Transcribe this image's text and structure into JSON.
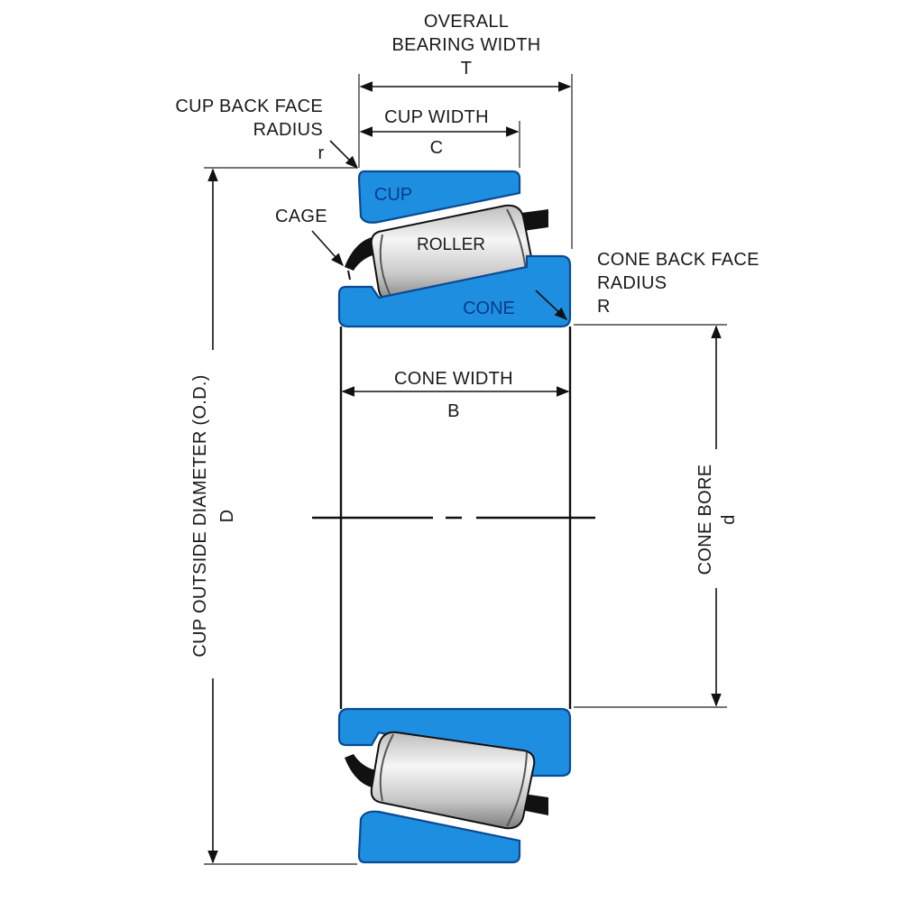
{
  "colors": {
    "ring": "#1e8fe0",
    "ring_stroke": "#0b4a94",
    "roller_light": "#f4f4f4",
    "roller_dark": "#8a8a8a",
    "line": "#111111",
    "cage": "#111111"
  },
  "labels": {
    "overall_width_line1": "OVERALL",
    "overall_width_line2": "BEARING WIDTH",
    "overall_width_symbol": "T",
    "cup_back_face_line1": "CUP BACK FACE",
    "cup_back_face_line2": "RADIUS",
    "cup_back_face_symbol": "r",
    "cup_width": "CUP WIDTH",
    "cup_width_symbol": "C",
    "cage": "CAGE",
    "cup": "CUP",
    "roller": "ROLLER",
    "cone": "CONE",
    "cone_back_face_line1": "CONE BACK FACE",
    "cone_back_face_line2": "RADIUS",
    "cone_back_face_symbol": "R",
    "cone_width": "CONE WIDTH",
    "cone_width_symbol": "B",
    "cup_od_line1": "CUP OUTSIDE DIAMETER (O.D.)",
    "cup_od_symbol": "D",
    "cone_bore": "CONE BORE",
    "cone_bore_symbol": "d"
  }
}
